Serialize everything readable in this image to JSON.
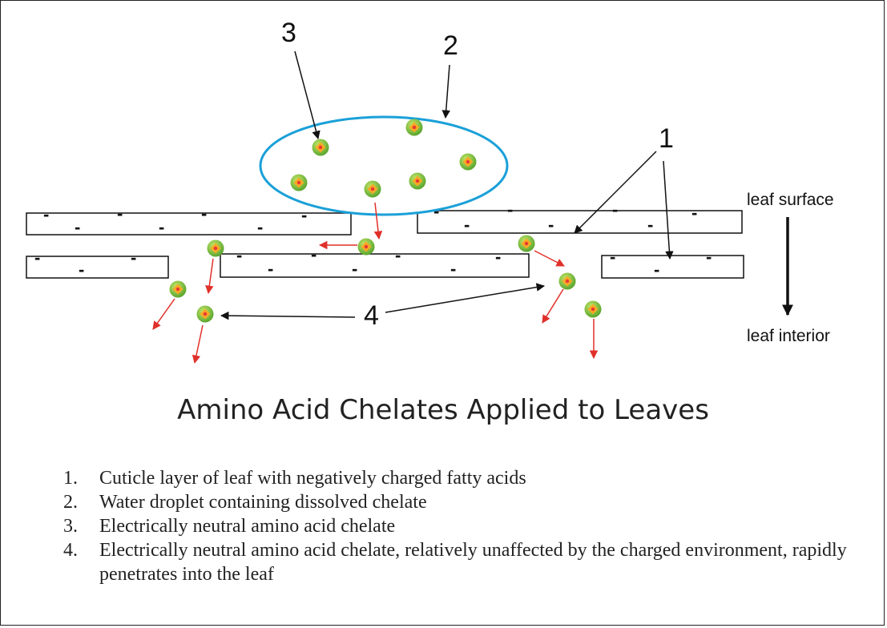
{
  "diagram": {
    "labels": {
      "surface": "leaf surface",
      "interior": "leaf interior",
      "callout_1": "1",
      "callout_2": "2",
      "callout_3": "3",
      "callout_4": "4",
      "charge_symbol": "-"
    },
    "colors": {
      "droplet_outline": "#1aa0d8",
      "chelate_outer": "#8ec63f",
      "chelate_inner": "#f9a825",
      "chelate_core": "#e53935",
      "flow_arrow": "#e0302a",
      "callout_arrow": "#111111"
    }
  },
  "title": "Amino Acid Chelates Applied to Leaves",
  "legend": [
    {
      "num": "1.",
      "text": "Cuticle layer of leaf with negatively charged fatty acids"
    },
    {
      "num": "2.",
      "text": "Water droplet containing dissolved chelate"
    },
    {
      "num": "3.",
      "text": "Electrically neutral amino acid chelate"
    },
    {
      "num": "4.",
      "text": "Electrically neutral amino acid chelate, relatively unaffected by the charged environment, rapidly penetrates into the leaf"
    }
  ]
}
